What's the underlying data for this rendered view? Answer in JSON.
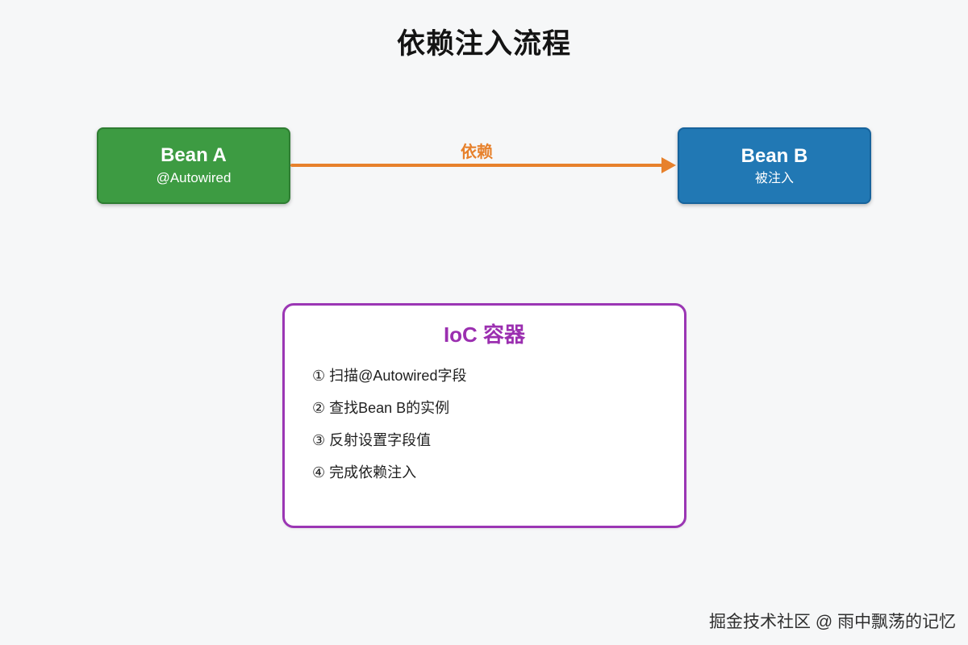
{
  "title": "依赖注入流程",
  "bean_a": {
    "label": "Bean A",
    "sublabel": "@Autowired"
  },
  "bean_b": {
    "label": "Bean B",
    "sublabel": "被注入"
  },
  "arrow": {
    "label": "依赖"
  },
  "ioc": {
    "title": "IoC 容器",
    "steps": [
      "① 扫描@Autowired字段",
      "② 查找Bean B的实例",
      "③ 反射设置字段值",
      "④ 完成依赖注入"
    ]
  },
  "watermark": "掘金技术社区 @ 雨中飘荡的记忆",
  "colors": {
    "bean_a_fill": "#3d9b42",
    "bean_a_border": "#2e7d32",
    "bean_b_fill": "#2178b4",
    "bean_b_border": "#17639c",
    "arrow": "#e7812c",
    "ioc_border": "#9b36b4",
    "ioc_title": "#9b2fb0",
    "background": "#f6f7f8"
  }
}
